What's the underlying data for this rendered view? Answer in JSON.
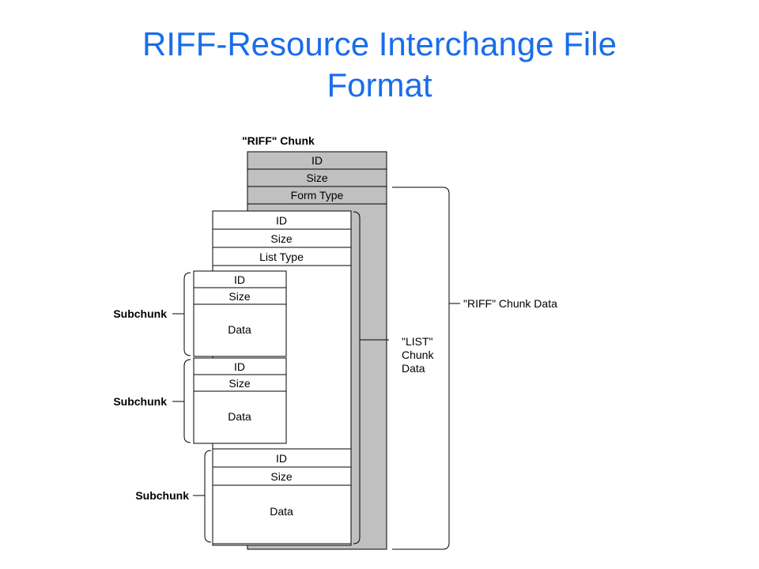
{
  "title": {
    "line1": "RIFF-Resource Interchange File",
    "line2": "Format"
  },
  "diagram": {
    "riff_chunk_label": "\"RIFF\" Chunk",
    "riff_fields": [
      "ID",
      "Size",
      "Form Type"
    ],
    "list_fields": [
      "ID",
      "Size",
      "List Type"
    ],
    "subchunk_fields": [
      "ID",
      "Size",
      "Data"
    ],
    "subchunk_label": "Subchunk",
    "riff_chunk_data_label": "\"RIFF\" Chunk Data",
    "list_chunk_data_label": [
      "\"LIST\"",
      "Chunk",
      "Data"
    ],
    "colors": {
      "title": "#1a6dea",
      "riff_fill": "#c0c0c0",
      "list_fill": "#ffffff",
      "stroke": "#000000"
    }
  }
}
